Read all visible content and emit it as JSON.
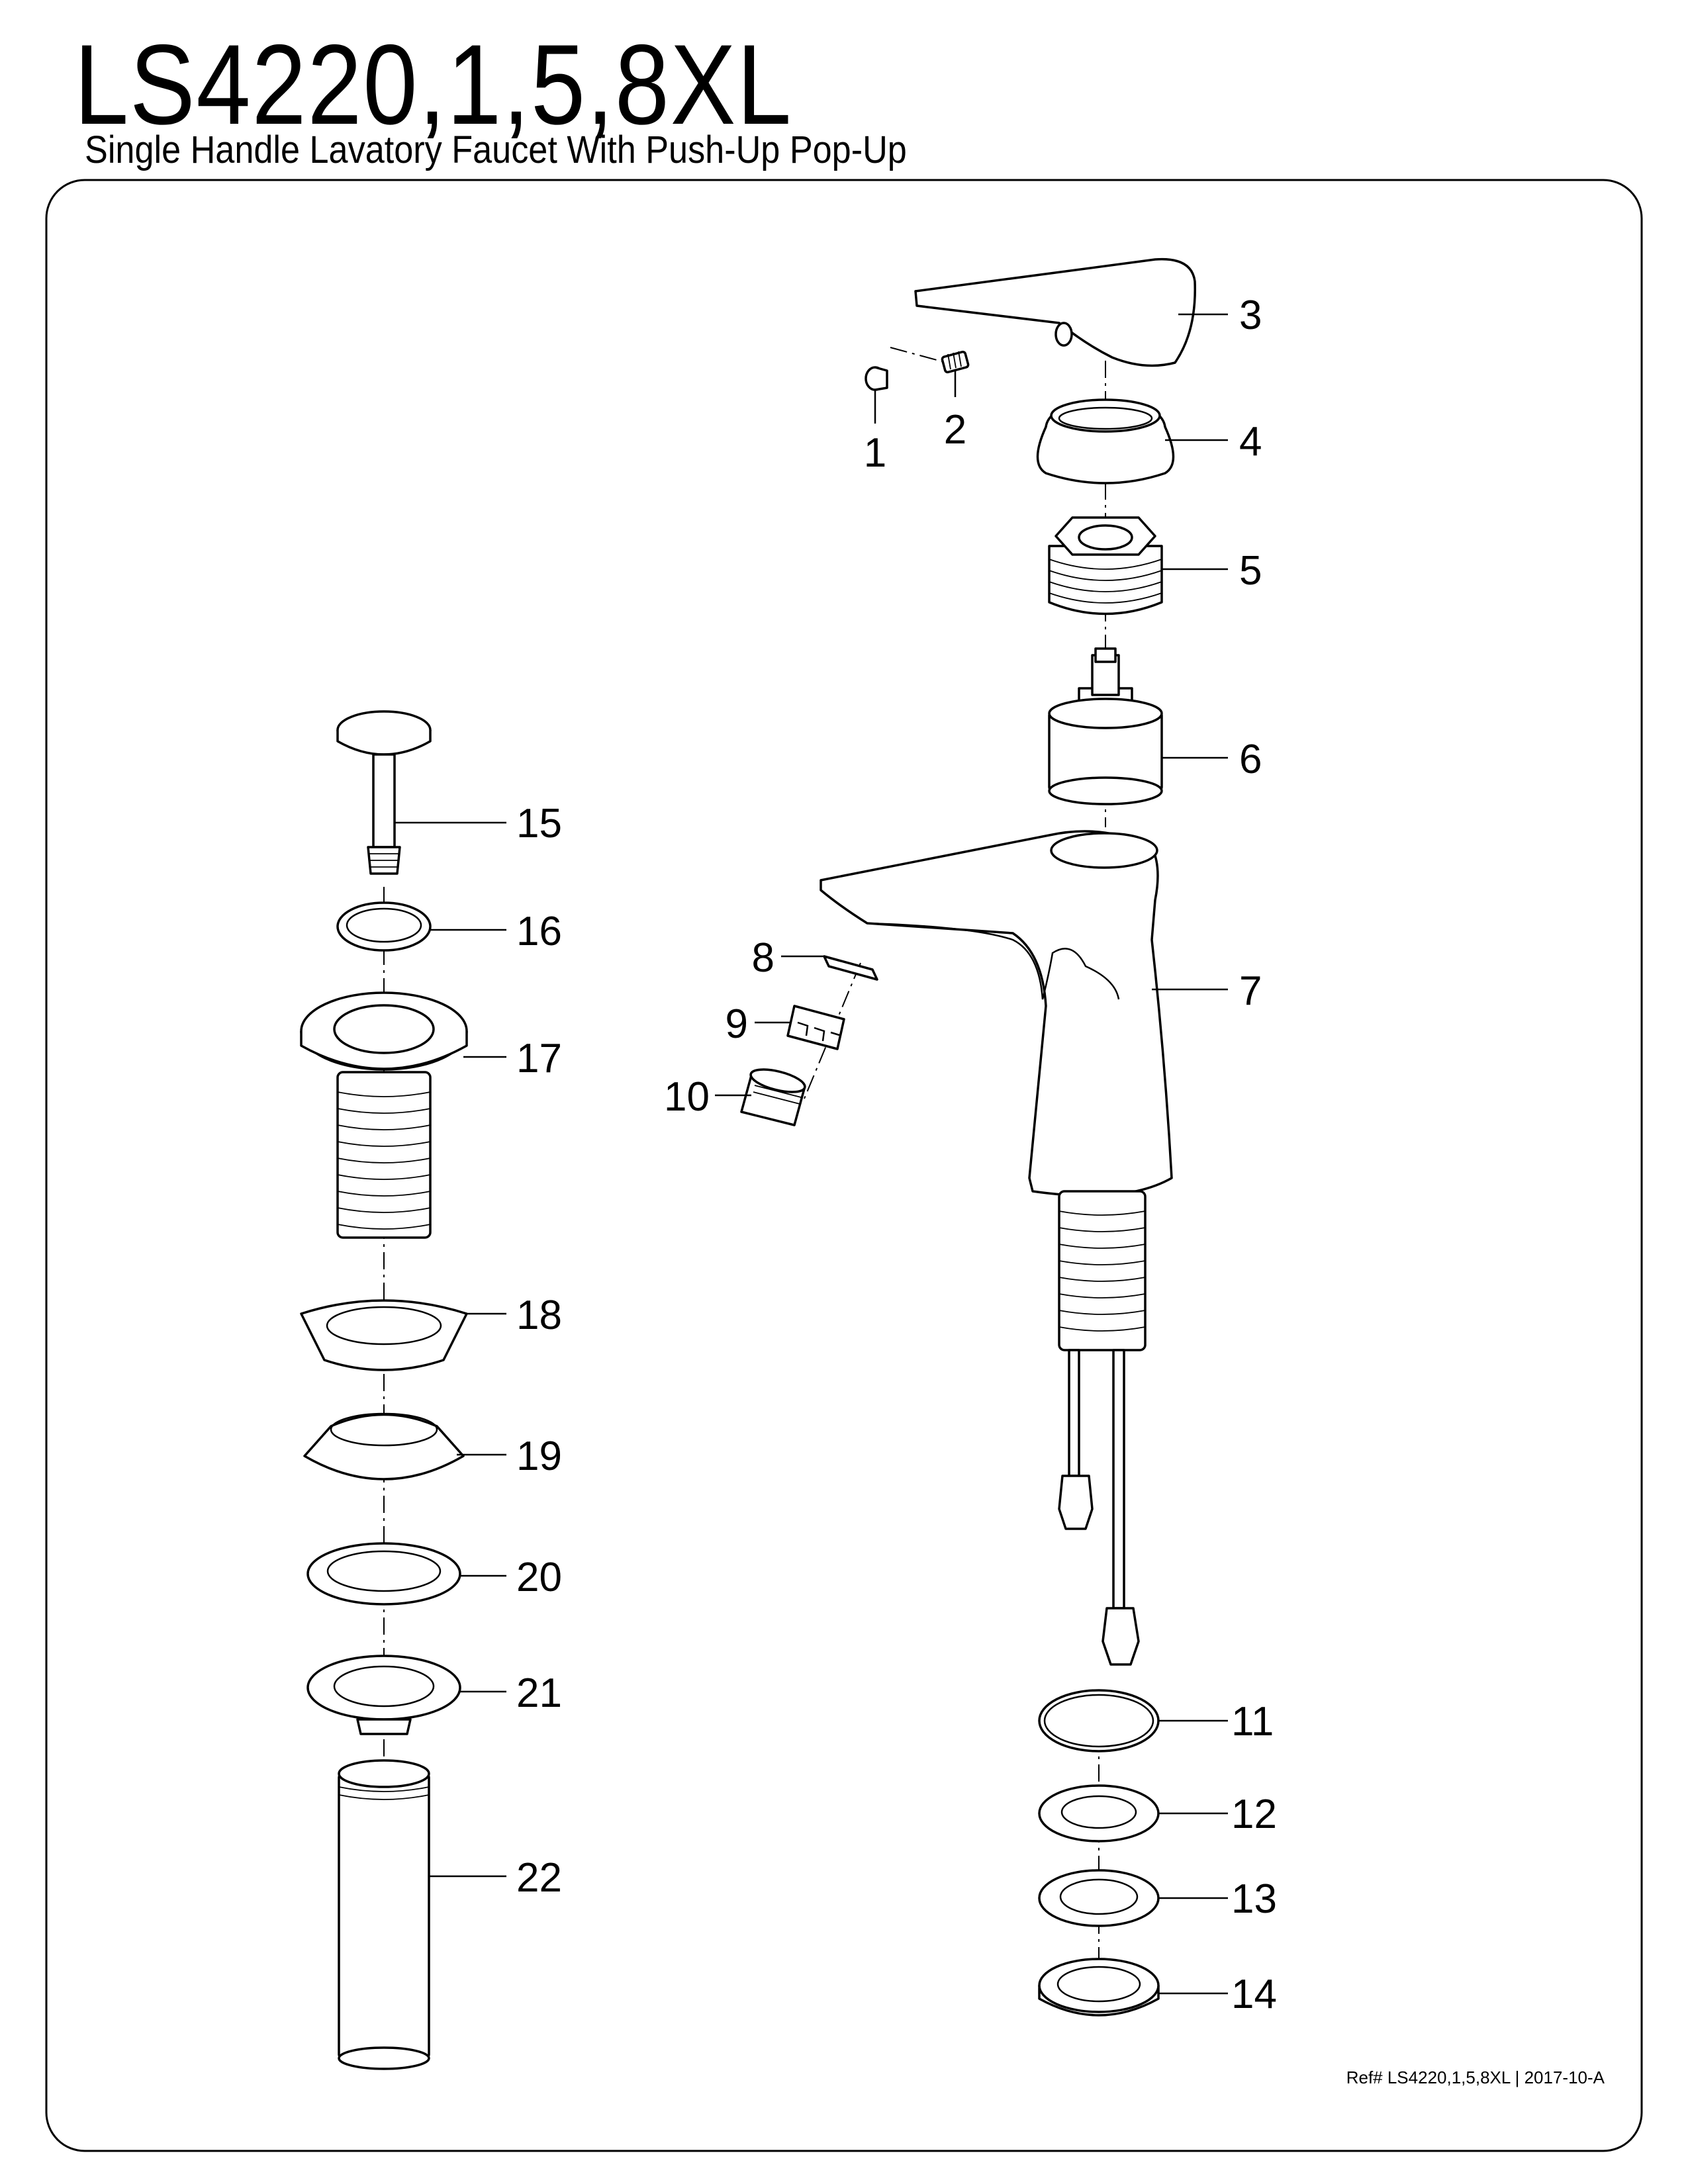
{
  "header": {
    "model": "LS4220,1,5,8XL",
    "description": "Single Handle Lavatory Faucet With Push-Up Pop-Up"
  },
  "callouts": [
    "1",
    "2",
    "3",
    "4",
    "5",
    "6",
    "7",
    "8",
    "9",
    "10",
    "11",
    "12",
    "13",
    "14",
    "15",
    "16",
    "17",
    "18",
    "19",
    "20",
    "21",
    "22"
  ],
  "footer": {
    "reference": "Ref# LS4220,1,5,8XL | 2017-10-A"
  }
}
